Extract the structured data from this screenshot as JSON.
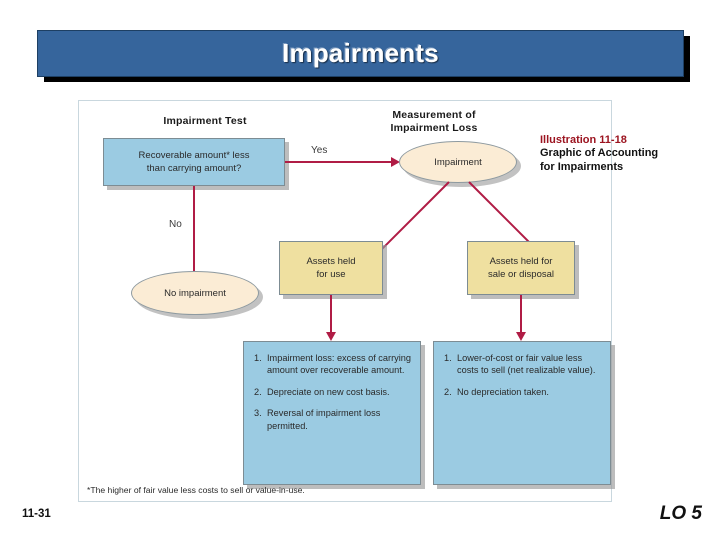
{
  "slide": {
    "title": "Impairments",
    "page_number": "11-31",
    "learning_objective": "LO 5",
    "accent_blue": "#36659C",
    "accent_red": "#9C1420",
    "connector_red": "#B01C45",
    "box_blue": "#9BCBE2",
    "box_yellow": "#EFE0A0",
    "ellipse_cream": "#FBECD5"
  },
  "caption": {
    "number": "Illustration 11-18",
    "description_line1": "Graphic of Accounting",
    "description_line2": "for Impairments"
  },
  "illustration": {
    "column_headings": {
      "left": "Impairment Test",
      "right_line1": "Measurement of",
      "right_line2": "Impairment Loss"
    },
    "test_box": {
      "line1": "Recoverable amount* less",
      "line2": "than carrying amount?"
    },
    "edge_labels": {
      "yes": "Yes",
      "no": "No"
    },
    "impairment_ellipse": "Impairment",
    "no_impairment_ellipse": "No impairment",
    "held_for_use_box": {
      "line1": "Assets held",
      "line2": "for use"
    },
    "held_for_sale_box": {
      "line1": "Assets held for",
      "line2": "sale or disposal"
    },
    "held_for_use_details": [
      {
        "num": "1.",
        "text": "Impairment loss: excess of carrying amount over recoverable amount."
      },
      {
        "num": "2.",
        "text": "Depreciate on new cost basis."
      },
      {
        "num": "3.",
        "text": "Reversal of impairment loss permitted."
      }
    ],
    "held_for_sale_details": [
      {
        "num": "1.",
        "text": "Lower-of-cost or fair value less costs to sell (net realizable value)."
      },
      {
        "num": "2.",
        "text": "No depreciation taken."
      }
    ],
    "footnote": "*The higher of fair value less costs to sell or value-in-use."
  }
}
